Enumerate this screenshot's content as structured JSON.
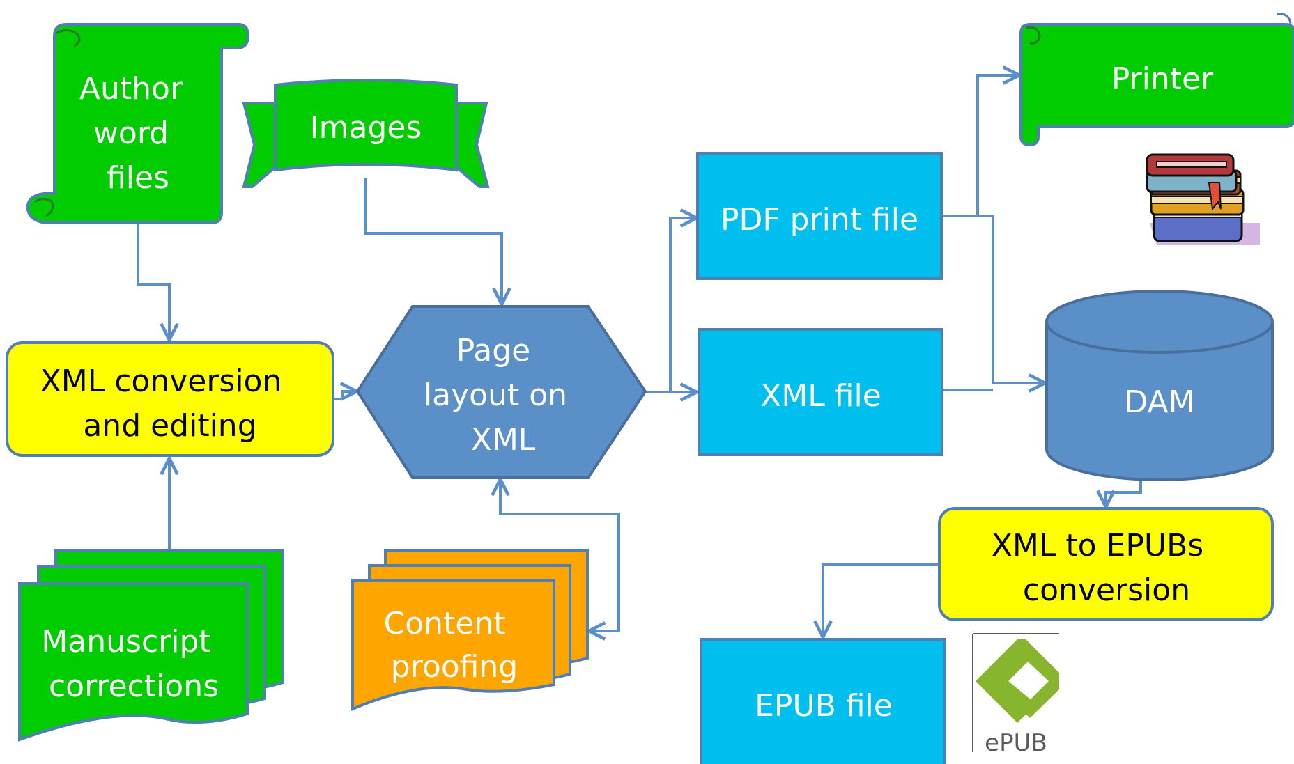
{
  "nodes": {
    "author_word_files": {
      "lines": [
        "Author",
        "word",
        "files"
      ],
      "fill": "#00cc00"
    },
    "images": {
      "label": "Images",
      "fill": "#00cc00"
    },
    "xml_conversion": {
      "lines": [
        "XML conversion",
        "and editing"
      ],
      "fill": "#ffff00"
    },
    "page_layout": {
      "lines": [
        "Page",
        "layout on",
        "XML"
      ],
      "fill": "#5b8fc7"
    },
    "manuscript_corrections": {
      "lines": [
        "Manuscript",
        "corrections"
      ],
      "fill": "#00cc00"
    },
    "content_proofing": {
      "lines": [
        "Content",
        "proofing"
      ],
      "fill": "#ffa500"
    },
    "pdf_print_file": {
      "label": "PDF print file",
      "fill": "#00bfef"
    },
    "xml_file": {
      "label": "XML file",
      "fill": "#00bfef"
    },
    "printer": {
      "label": "Printer",
      "fill": "#00cc00"
    },
    "dam": {
      "label": "DAM",
      "fill": "#5b8fc7"
    },
    "xml_to_epubs": {
      "lines": [
        "XML to EPUBs",
        "conversion"
      ],
      "fill": "#ffff00"
    },
    "epub_file": {
      "label": "EPUB file",
      "fill": "#00bfef"
    }
  },
  "epub_logo": {
    "text": "ePUB",
    "color": "#87b52d"
  },
  "books_icon": "stack-of-books-icon",
  "connector_color": "#5b8fcb"
}
